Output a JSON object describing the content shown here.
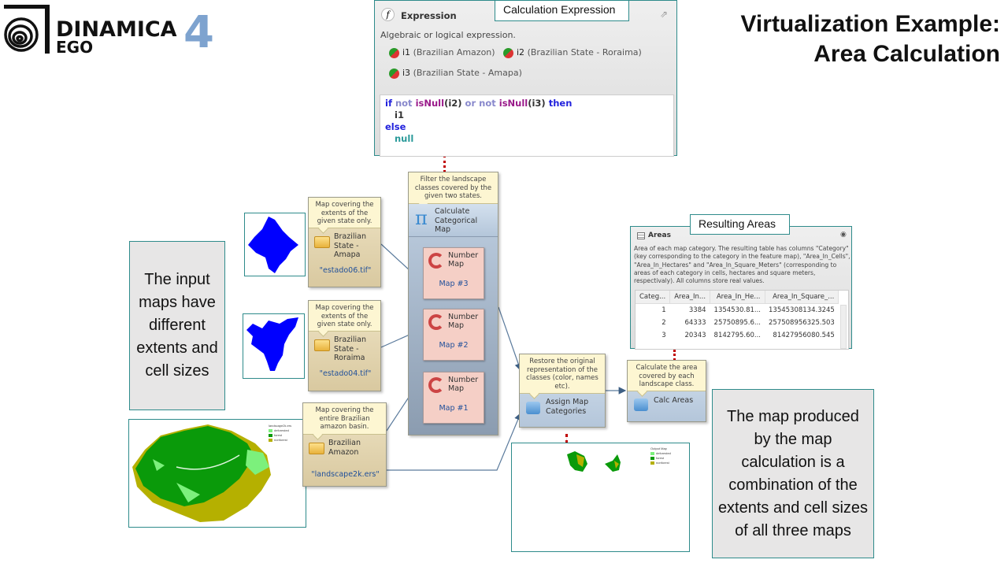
{
  "logo": {
    "line1": "DINAMICA",
    "line2": "EGO",
    "version": "4"
  },
  "title": {
    "line1": "Virtualization Example:",
    "line2": "Area Calculation"
  },
  "expression_panel": {
    "callout": "Calculation Expression",
    "header": "Expression",
    "description": "Algebraic or logical expression.",
    "inputs": [
      {
        "id": "i1",
        "label": "(Brazilian Amazon)"
      },
      {
        "id": "i2",
        "label": "(Brazilian State - Roraima)"
      },
      {
        "id": "i3",
        "label": "(Brazilian State - Amapa)"
      }
    ],
    "code": {
      "kw_if": "if",
      "kw_not": "not",
      "fn": "isNull",
      "a1": "(i2)",
      "kw_or": "or",
      "a2": "(i3)",
      "kw_then": "then",
      "line2": "i1",
      "kw_else": "else",
      "kw_null": "null"
    }
  },
  "note_left": "The input maps have different extents and cell sizes",
  "note_right": "The map produced by the map calculation is a combination of the extents and cell sizes of all three maps",
  "inputs": [
    {
      "tip": "Map covering the extents of the given state only.",
      "name": "Brazilian State - Amapa",
      "file": "\"estado06.tif\""
    },
    {
      "tip": "Map covering the extents of the given state only.",
      "name": "Brazilian State - Roraima",
      "file": "\"estado04.tif\""
    },
    {
      "tip": "Map covering the entire Brazilian amazon basin.",
      "name": "Brazilian Amazon",
      "file": "\"landscape2k.ers\""
    }
  ],
  "calc_map": {
    "tip": "Filter the landscape classes covered by the given two states.",
    "name": "Calculate Categorical Map",
    "number_maps": [
      {
        "type": "Number Map",
        "label": "Map #3"
      },
      {
        "type": "Number Map",
        "label": "Map #2"
      },
      {
        "type": "Number Map",
        "label": "Map #1"
      }
    ]
  },
  "assign": {
    "tip": "Restore the original representation of the classes (color, names etc).",
    "name": "Assign Map Categories"
  },
  "calc_areas": {
    "tip": "Calculate the area covered by each landscape class.",
    "name": "Calc Areas"
  },
  "areas_panel": {
    "callout": "Resulting Areas",
    "header": "Areas",
    "description": "Area of each map category. The resulting table has columns \"Category\" (key corresponding to the category in the feature map), \"Area_In_Cells\", \"Area_In_Hectares\" and \"Area_In_Square_Meters\" (corresponding to areas of each category in cells, hectares and square meters, respectivaly). All columns store real values.",
    "columns": [
      "Categ...",
      "Area_In...",
      "Area_In_He...",
      "Area_In_Square_..."
    ],
    "rows": [
      [
        "1",
        "3384",
        "1354530.81...",
        "13545308134.3245"
      ],
      [
        "2",
        "64333",
        "25750895.6...",
        "257508956325.503"
      ],
      [
        "3",
        "20343",
        "8142795.60...",
        "81427956080.545"
      ]
    ]
  },
  "legend_input": {
    "title": "landscape2k.ers",
    "items": [
      "deforested",
      "forest",
      "nonforest"
    ]
  },
  "legend_output": {
    "title": "Output Map",
    "items": [
      "deforested",
      "forest",
      "nonforest"
    ]
  },
  "colors": {
    "deforested": "#7cf07c",
    "forest": "#0a9a0a",
    "nonforest": "#b5b000",
    "state": "#0000ff",
    "accent": "#2e8b8b"
  }
}
